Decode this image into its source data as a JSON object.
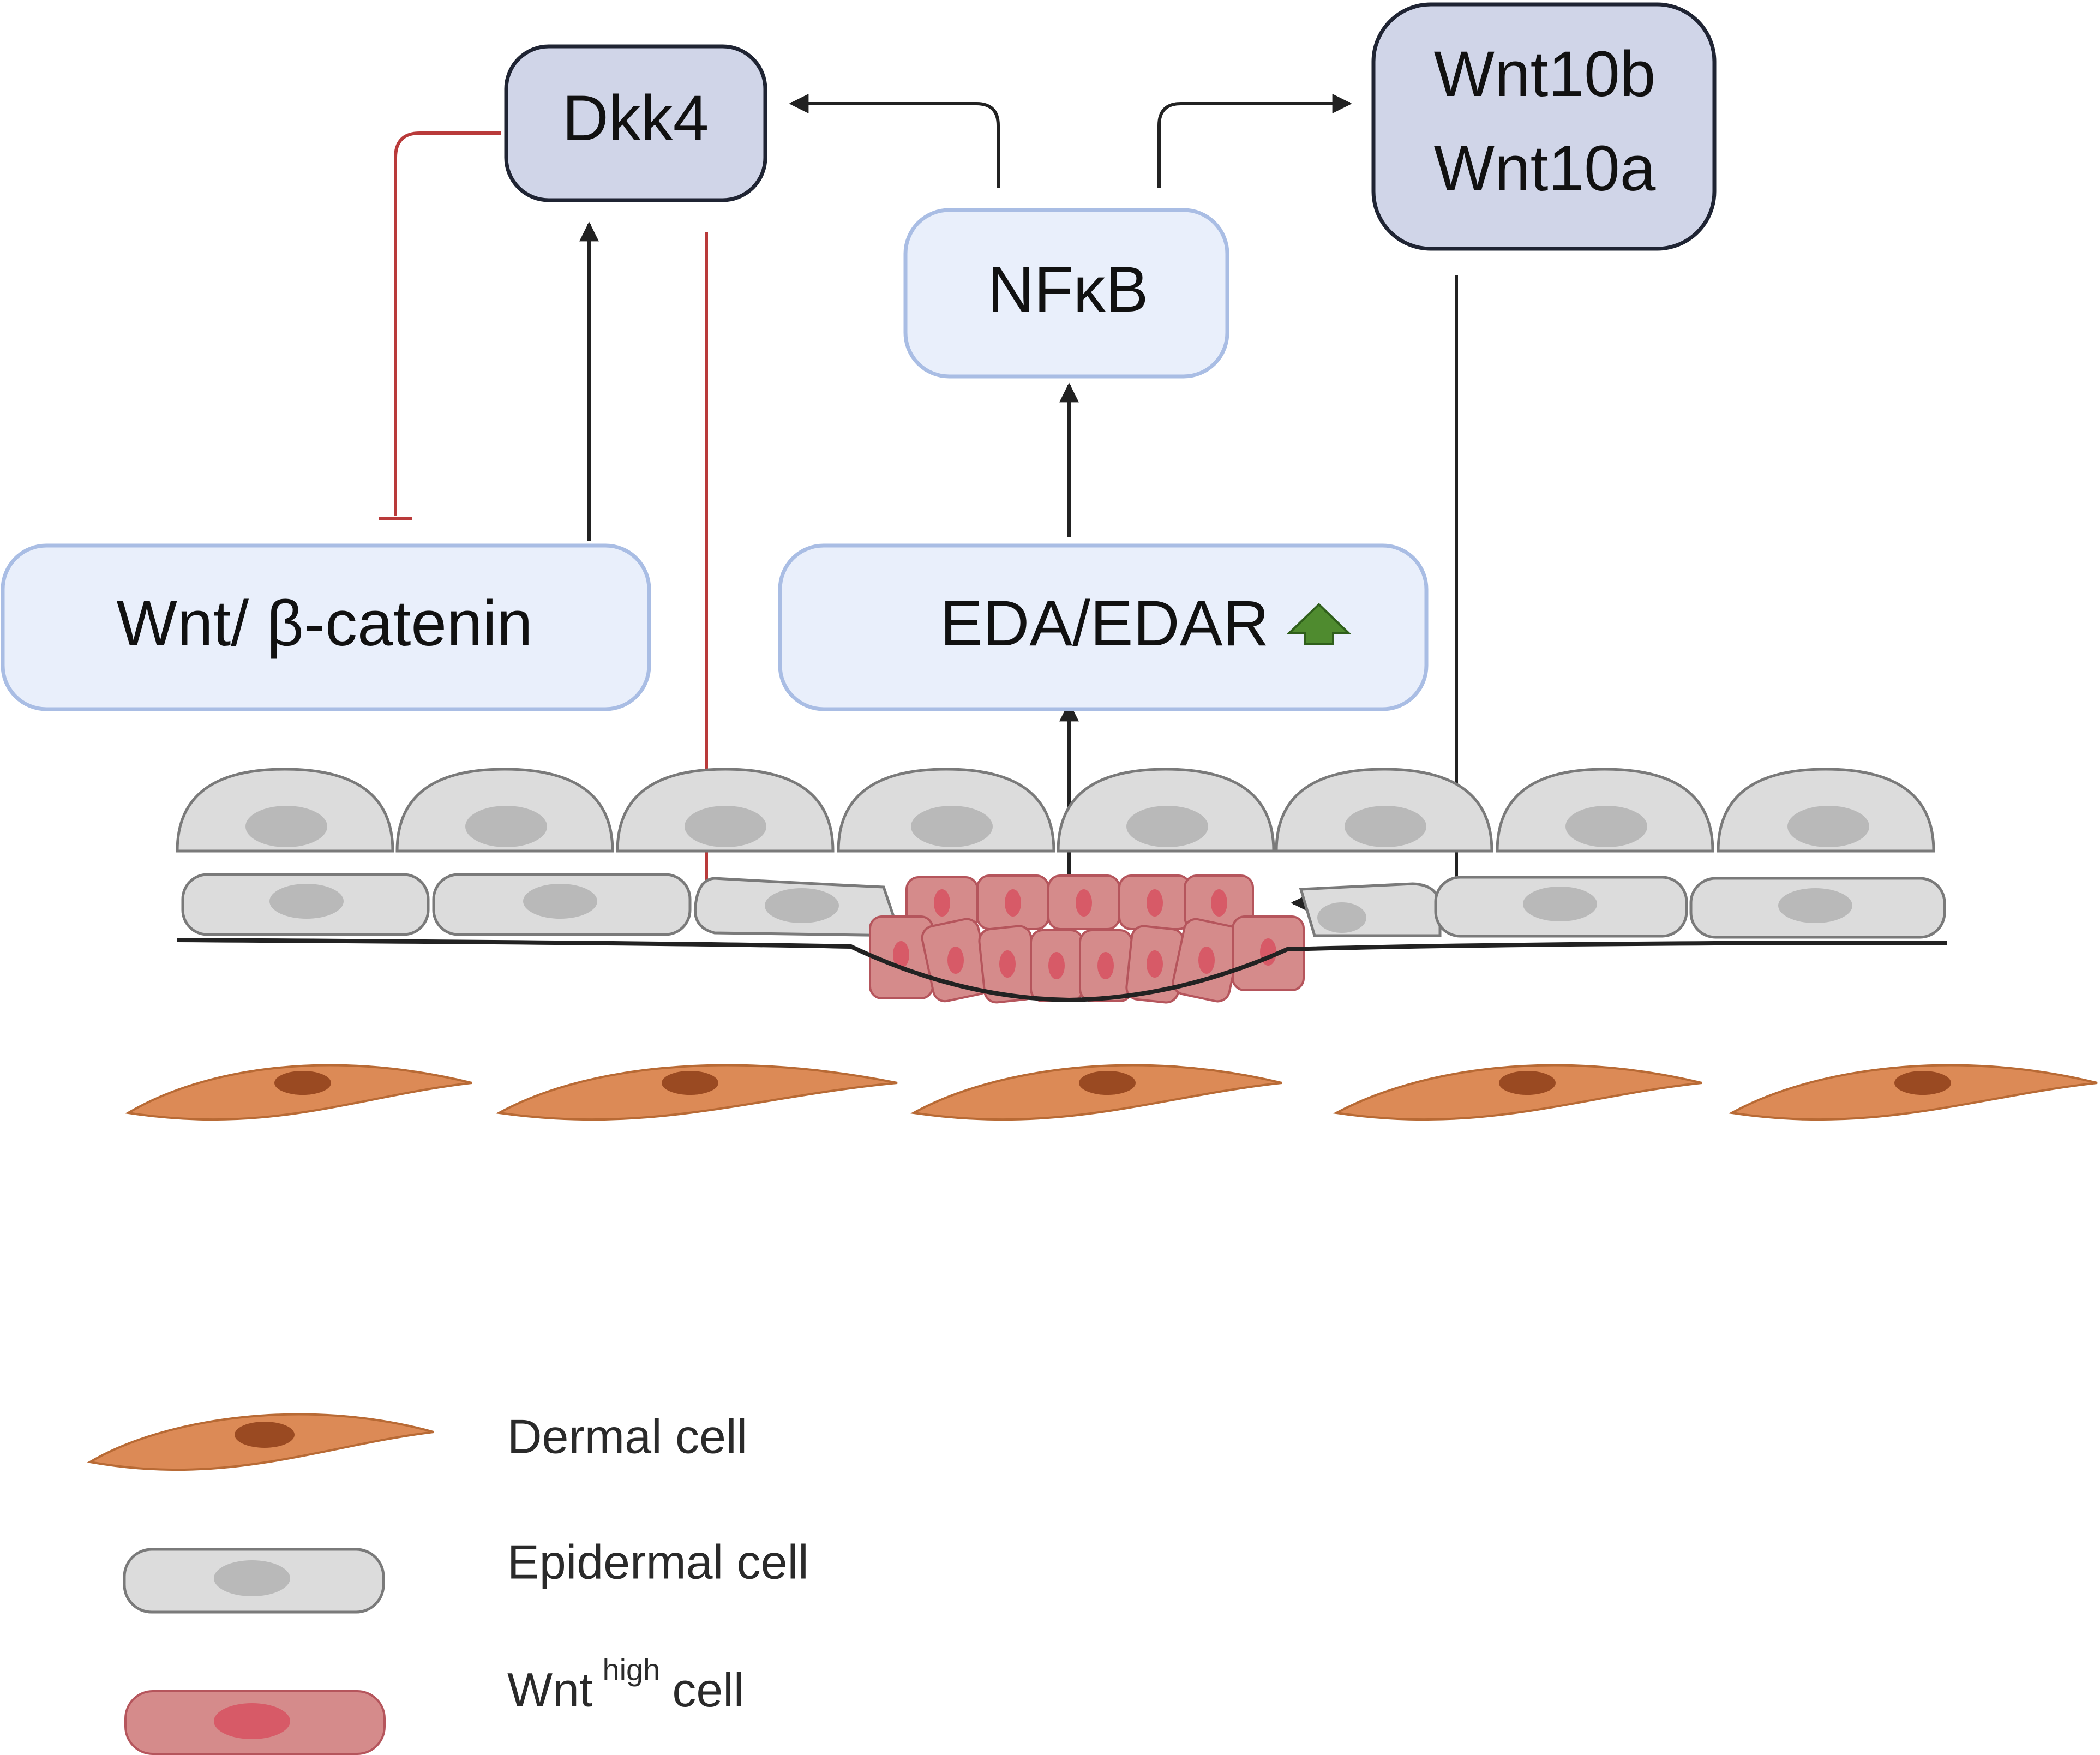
{
  "nodes": {
    "dkk4": "Dkk4",
    "wnt10b": "Wnt10b",
    "wnt10a": "Wnt10a",
    "nfkb": "NFκB",
    "wnt_beta_catenin": "Wnt/ β-catenin",
    "eda_edar": "EDA/EDAR"
  },
  "indicators": {
    "eda_edar_upregulated_icon": "green-up-arrow-icon"
  },
  "legend": {
    "dermal": "Dermal cell",
    "epidermal": "Epidermal cell",
    "wnt_high_prefix": "Wnt",
    "wnt_high_superscript": "high",
    "wnt_high_suffix": "cell"
  },
  "colors": {
    "pathway_fill": "#e9effb",
    "pathway_stroke": "#a9bde4",
    "gene_fill": "#d0d5e8",
    "activation_arrow": "#222222",
    "inhibition_line": "#b93a3a",
    "up_arrow": "#4f8b2f",
    "epidermal_cell": "#dcdcdc",
    "wnt_high_cell": "#d58b8b",
    "dermal_cell": "#dc8a56"
  }
}
